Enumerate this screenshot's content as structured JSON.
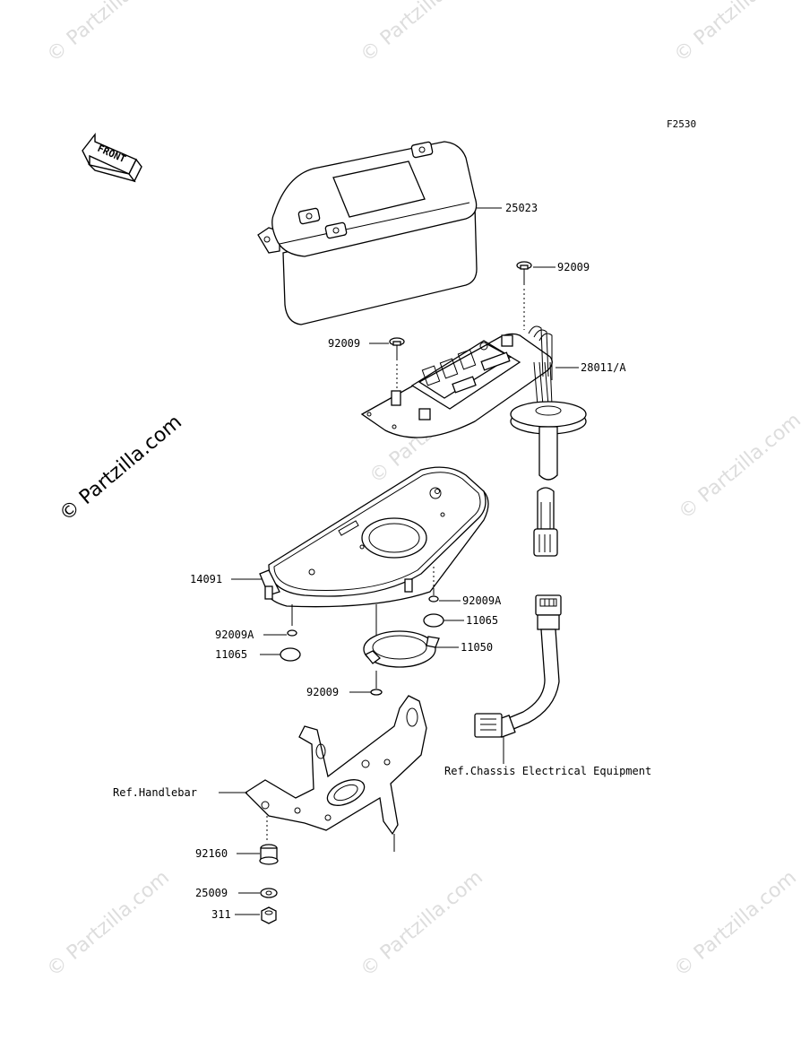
{
  "figure_code": "F2530",
  "front_arrow_label": "FRONT",
  "callouts": {
    "meter_cover": "25023",
    "screw_top_right": "92009",
    "screw_left": "92009",
    "meter_assy": "28011/A",
    "meter_case": "14091",
    "screw_a_right": "92009A",
    "damper_right": "11065",
    "screw_a_left": "92009A",
    "damper_left": "11065",
    "gasket": "11050",
    "screw_bottom": "92009",
    "ref_chassis": "Ref.Chassis Electrical Equipment",
    "ref_handlebar": "Ref.Handlebar",
    "grommet": "92160",
    "washer": "25009",
    "nut": "311"
  },
  "watermarks": {
    "main": "© Partzilla.com",
    "tile": "© Partzilla.com"
  },
  "colors": {
    "line": "#000000",
    "watermark": "#cfcfcf",
    "background": "#ffffff"
  }
}
